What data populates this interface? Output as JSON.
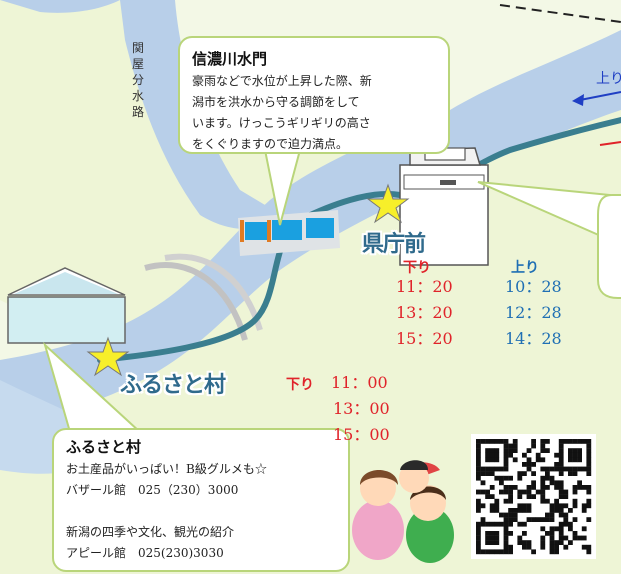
{
  "canal_label": "関屋分水路",
  "direction_hint": "上り",
  "callouts": {
    "suimon": {
      "title": "信濃川水門",
      "lines": [
        "豪雨などで水位が上昇した際、新",
        "潟市を洪水から守る調節をして",
        "います。けっこうギリギリの高さ",
        "をくぐりますので迫力満点。"
      ]
    },
    "furusato": {
      "title": "ふるさと村",
      "lines": [
        "お土産品がいっぱい！B級グルメも☆",
        "バザール館　025（230）3000",
        "",
        "新潟の四季や文化、観光の紹介",
        "アピール館　025(230)3030"
      ]
    }
  },
  "stops": {
    "kenchomae": {
      "name": "県庁前",
      "down_label": "下り",
      "up_label": "上り",
      "down_times": [
        "11：20",
        "13：20",
        "15：20"
      ],
      "up_times": [
        "10：28",
        "12：28",
        "14：28"
      ]
    },
    "furusato": {
      "name": "ふるさと村",
      "down_label": "下り",
      "down_times": [
        "11：00",
        "13：00",
        "15：00"
      ]
    }
  },
  "colors": {
    "river": "#b8cfe9",
    "route": "#3a7e8f",
    "star": "#f7ef2a",
    "down": "#e0232a",
    "up": "#1f6fb4",
    "callout_border": "#b9d57a"
  },
  "icons": [
    "star-icon",
    "qr-code-icon",
    "arrow-left-icon",
    "floodgate-icon",
    "building-icon"
  ]
}
